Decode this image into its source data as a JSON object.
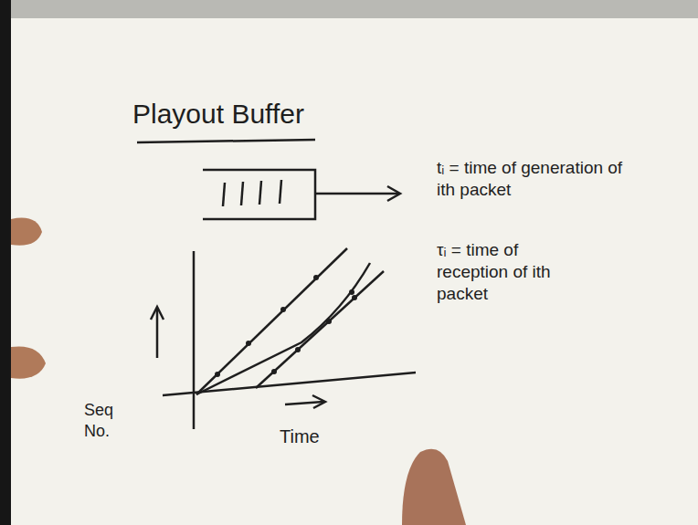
{
  "diagram": {
    "title": "Playout Buffer",
    "labels": [
      "tᵢ = time of generation of ith packet",
      "τᵢ = time of reception of ith packet",
      "Seq No.",
      "Time"
    ]
  }
}
